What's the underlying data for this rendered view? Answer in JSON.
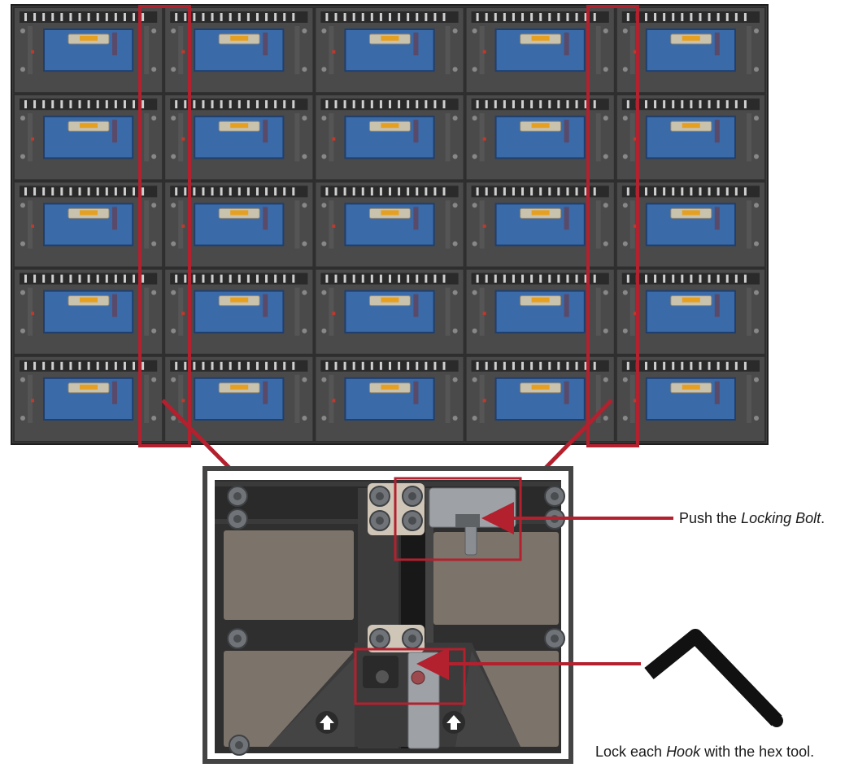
{
  "wall": {
    "rows": 5,
    "cols": 5
  },
  "colors": {
    "frame": "#4a4a4a",
    "frame_dark": "#2e2e2e",
    "module": "#3a6aa8",
    "module_edge": "#1f3f6e",
    "highlight": "#b3202e",
    "detail_panel": "#7c736a",
    "detail_bg": "#2f2f2f",
    "plate": "#9ea2a6",
    "tool": "#111111"
  },
  "callouts": {
    "bolt": {
      "prefix": "Push the ",
      "term": "Locking Bolt",
      "suffix": "."
    },
    "hook": {
      "prefix": "Lock each ",
      "term": "Hook",
      "suffix": " with the hex tool."
    }
  },
  "icons": [
    "hex-key-tool-icon",
    "up-arrow-icon"
  ]
}
